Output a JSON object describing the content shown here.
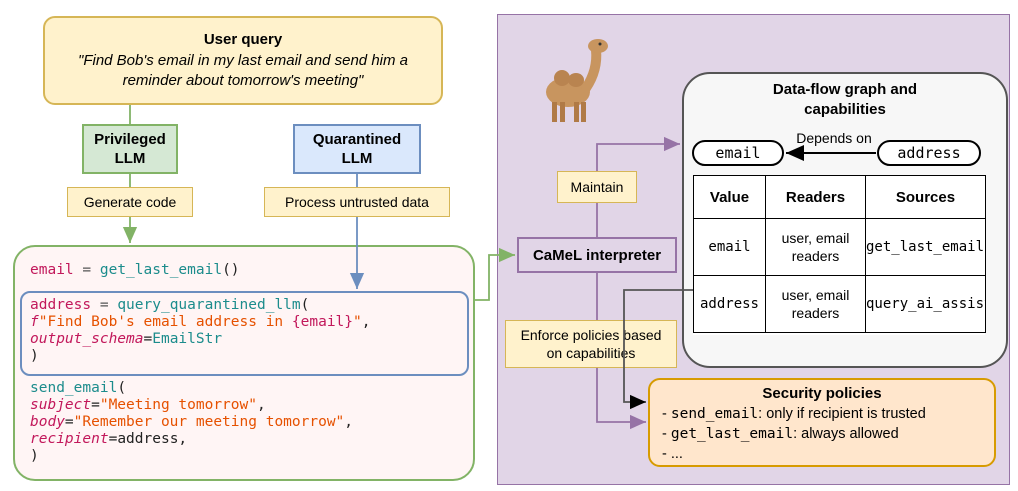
{
  "user_query": {
    "title": "User query",
    "text": "\"Find Bob's email in my last email and send him a reminder about tomorrow's meeting\""
  },
  "privileged_llm": {
    "label": "Privileged LLM"
  },
  "quarantined_llm": {
    "label": "Quarantined LLM"
  },
  "labels": {
    "generate_code": "Generate code",
    "process_untrusted": "Process untrusted data",
    "maintain": "Maintain",
    "enforce": "Enforce policies based on capabilities",
    "depends_on": "Depends on"
  },
  "interpreter": {
    "label": "CaMeL interpreter"
  },
  "code": {
    "line1": {
      "var": "email",
      "op": " = ",
      "fn": "get_last_email",
      "paren": "()"
    },
    "qblock": {
      "l1_var": "address",
      "l1_op": " = ",
      "l1_fn": "query_quarantined_llm",
      "l1_paren": "(",
      "l2_prefix": "f",
      "l2_str_a": "\"Find Bob's email address in ",
      "l2_brace": "{email}",
      "l2_str_b": "\"",
      "l2_comma": ",",
      "l3_kw": "output_schema",
      "l3_eq": "=",
      "l3_val": "EmailStr",
      "l4": ")"
    },
    "send": {
      "fn": "send_email",
      "paren": "(",
      "subject_kw": "subject",
      "subject_val": "\"Meeting tomorrow\"",
      "body_kw": "body",
      "body_val": "\"Remember our meeting tomorrow\"",
      "recipient_kw": "recipient",
      "recipient_val": "address",
      "close": ")"
    }
  },
  "dataflow": {
    "title": "Data-flow graph and capabilities",
    "node_email": "email",
    "node_address": "address",
    "table": {
      "headers": [
        "Value",
        "Readers",
        "Sources"
      ],
      "rows": [
        {
          "value": "email",
          "readers": "user, email readers",
          "sources": "get_last_email"
        },
        {
          "value": "address",
          "readers": "user, email readers",
          "sources": "query_ai_assistant"
        }
      ]
    }
  },
  "security": {
    "title": "Security policies",
    "items": [
      {
        "fn": "send_email",
        "rule": ": only if recipient is trusted"
      },
      {
        "fn": "get_last_email",
        "rule": ": always allowed"
      },
      {
        "fn": "",
        "rule": "..."
      }
    ]
  },
  "colors": {
    "yellow_fill": "#fff2cc",
    "yellow_border": "#d6b656",
    "green_fill": "#d5e8d4",
    "green_border": "#82b366",
    "blue_fill": "#dae8fc",
    "blue_border": "#6c8ebf",
    "purple_fill": "#e1d5e7",
    "purple_border": "#9673a6",
    "code_fill": "#fff5f5",
    "orange_fill": "#ffe6cc",
    "orange_border": "#d79b00"
  }
}
